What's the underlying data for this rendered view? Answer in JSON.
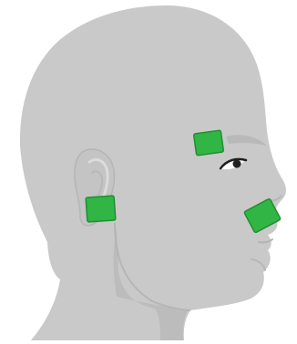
{
  "figure": {
    "subject": "head-profile-facing-right",
    "colors": {
      "background": "#ffffff",
      "skin": "#c9c9c9",
      "skin_shadow": "#b9b9b9",
      "outline_shadow": "#aeaeae",
      "eye_white": "#ffffff",
      "eye_dark": "#1f1f1f",
      "pad_fill": "#31b545",
      "pad_stroke": "#1f8f32"
    },
    "markers": [
      {
        "name": "temple-pad",
        "location": "temple"
      },
      {
        "name": "ear-pad",
        "location": "below-ear"
      },
      {
        "name": "cheek-pad",
        "location": "cheek"
      }
    ]
  }
}
